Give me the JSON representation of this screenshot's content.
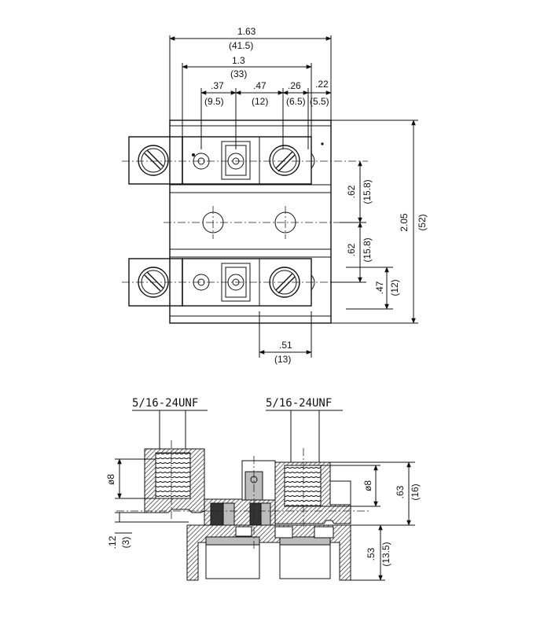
{
  "top_view": {
    "dim_overall_width_in": "1.63",
    "dim_overall_width_mm": "(41.5)",
    "dim_inner_width_in": "1.3",
    "dim_inner_width_mm": "(33)",
    "dim_a_in": ".37",
    "dim_a_mm": "(9.5)",
    "dim_b_in": ".47",
    "dim_b_mm": "(12)",
    "dim_c_in": ".26",
    "dim_c_mm": "(6.5)",
    "dim_d_in": ".22",
    "dim_d_mm": "(5.5)",
    "dim_height_in": "2.05",
    "dim_height_mm": "(52)",
    "dim_pitch1_in": ".62",
    "dim_pitch1_mm": "(15.8)",
    "dim_pitch2_in": ".62",
    "dim_pitch2_mm": "(15.8)",
    "dim_edge_in": ".47",
    "dim_edge_mm": "(12)",
    "dim_bottom_in": ".51",
    "dim_bottom_mm": "(13)"
  },
  "side_view": {
    "thread_left": "5/16-24UNF",
    "thread_right": "5/16-24UNF",
    "dia_left": "ø8",
    "dia_right": "ø8",
    "dim_base_in": ".12",
    "dim_base_mm": "(3)",
    "dim_top_in": ".63",
    "dim_top_mm": "(16)",
    "dim_lower_in": ".53",
    "dim_lower_mm": "(13.5)"
  }
}
